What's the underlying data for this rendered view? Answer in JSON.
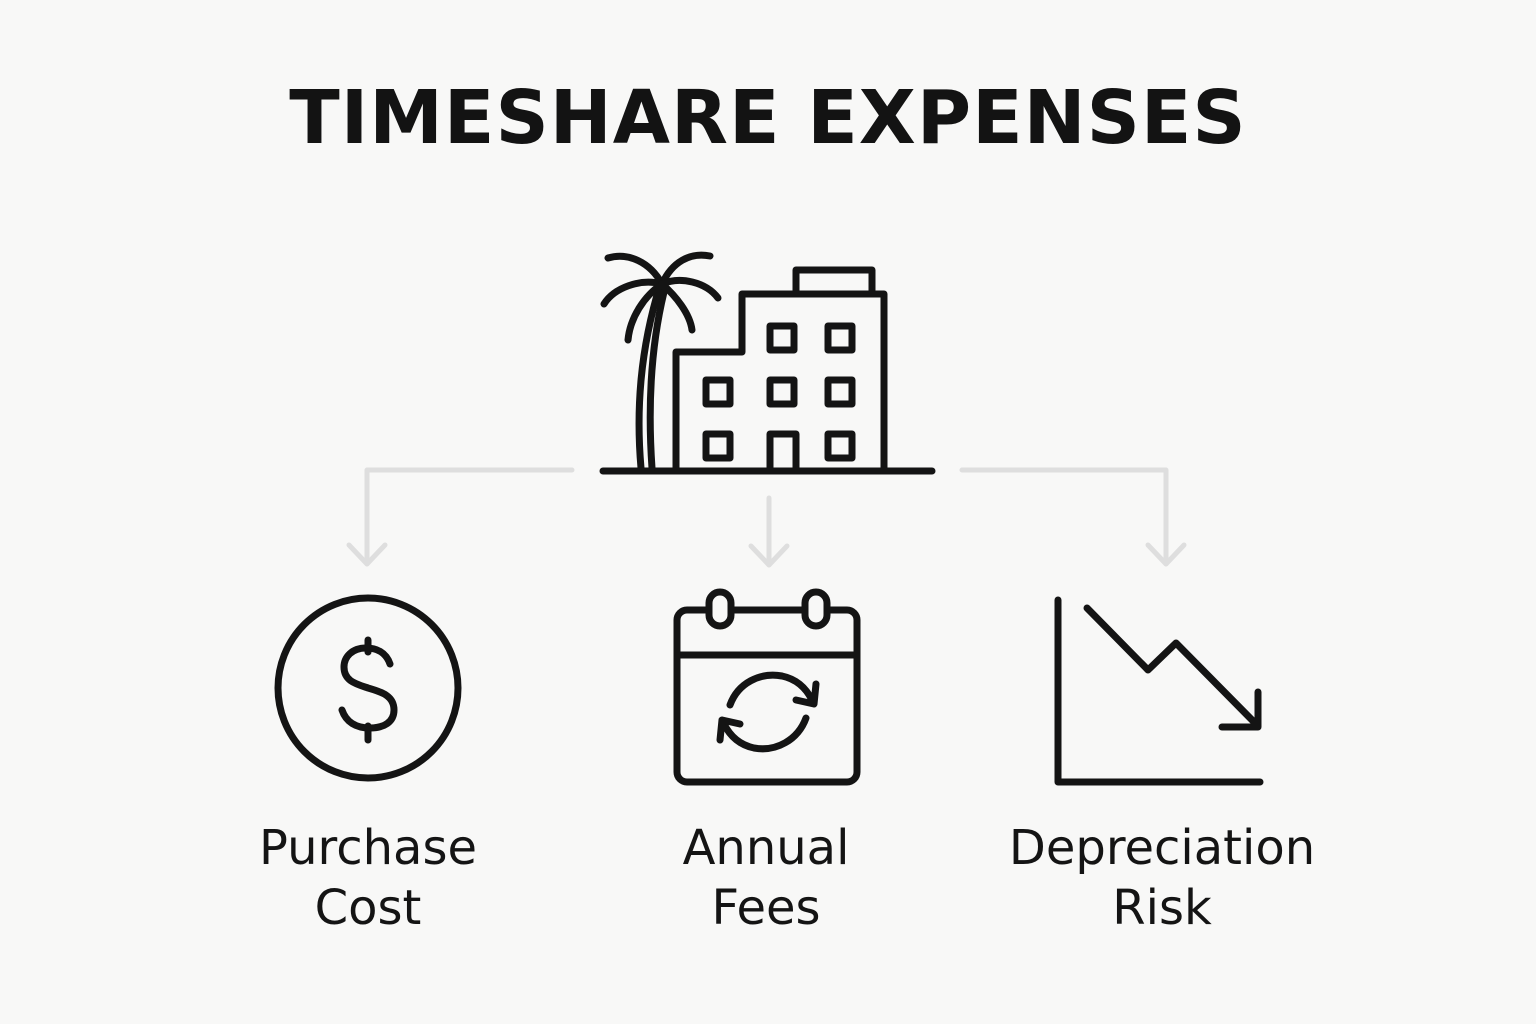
{
  "title": "TIMESHARE EXPENSES",
  "colors": {
    "ink": "#141414",
    "connector": "#dedede",
    "background": "#f8f8f7"
  },
  "items": [
    {
      "line1": "Purchase",
      "line2": "Cost",
      "icon": "dollar-circle-icon"
    },
    {
      "line1": "Annual",
      "line2": "Fees",
      "icon": "calendar-refresh-icon"
    },
    {
      "line1": "Depreciation",
      "line2": "Risk",
      "icon": "declining-chart-icon"
    }
  ],
  "central_icon": "resort-building-palm-icon"
}
